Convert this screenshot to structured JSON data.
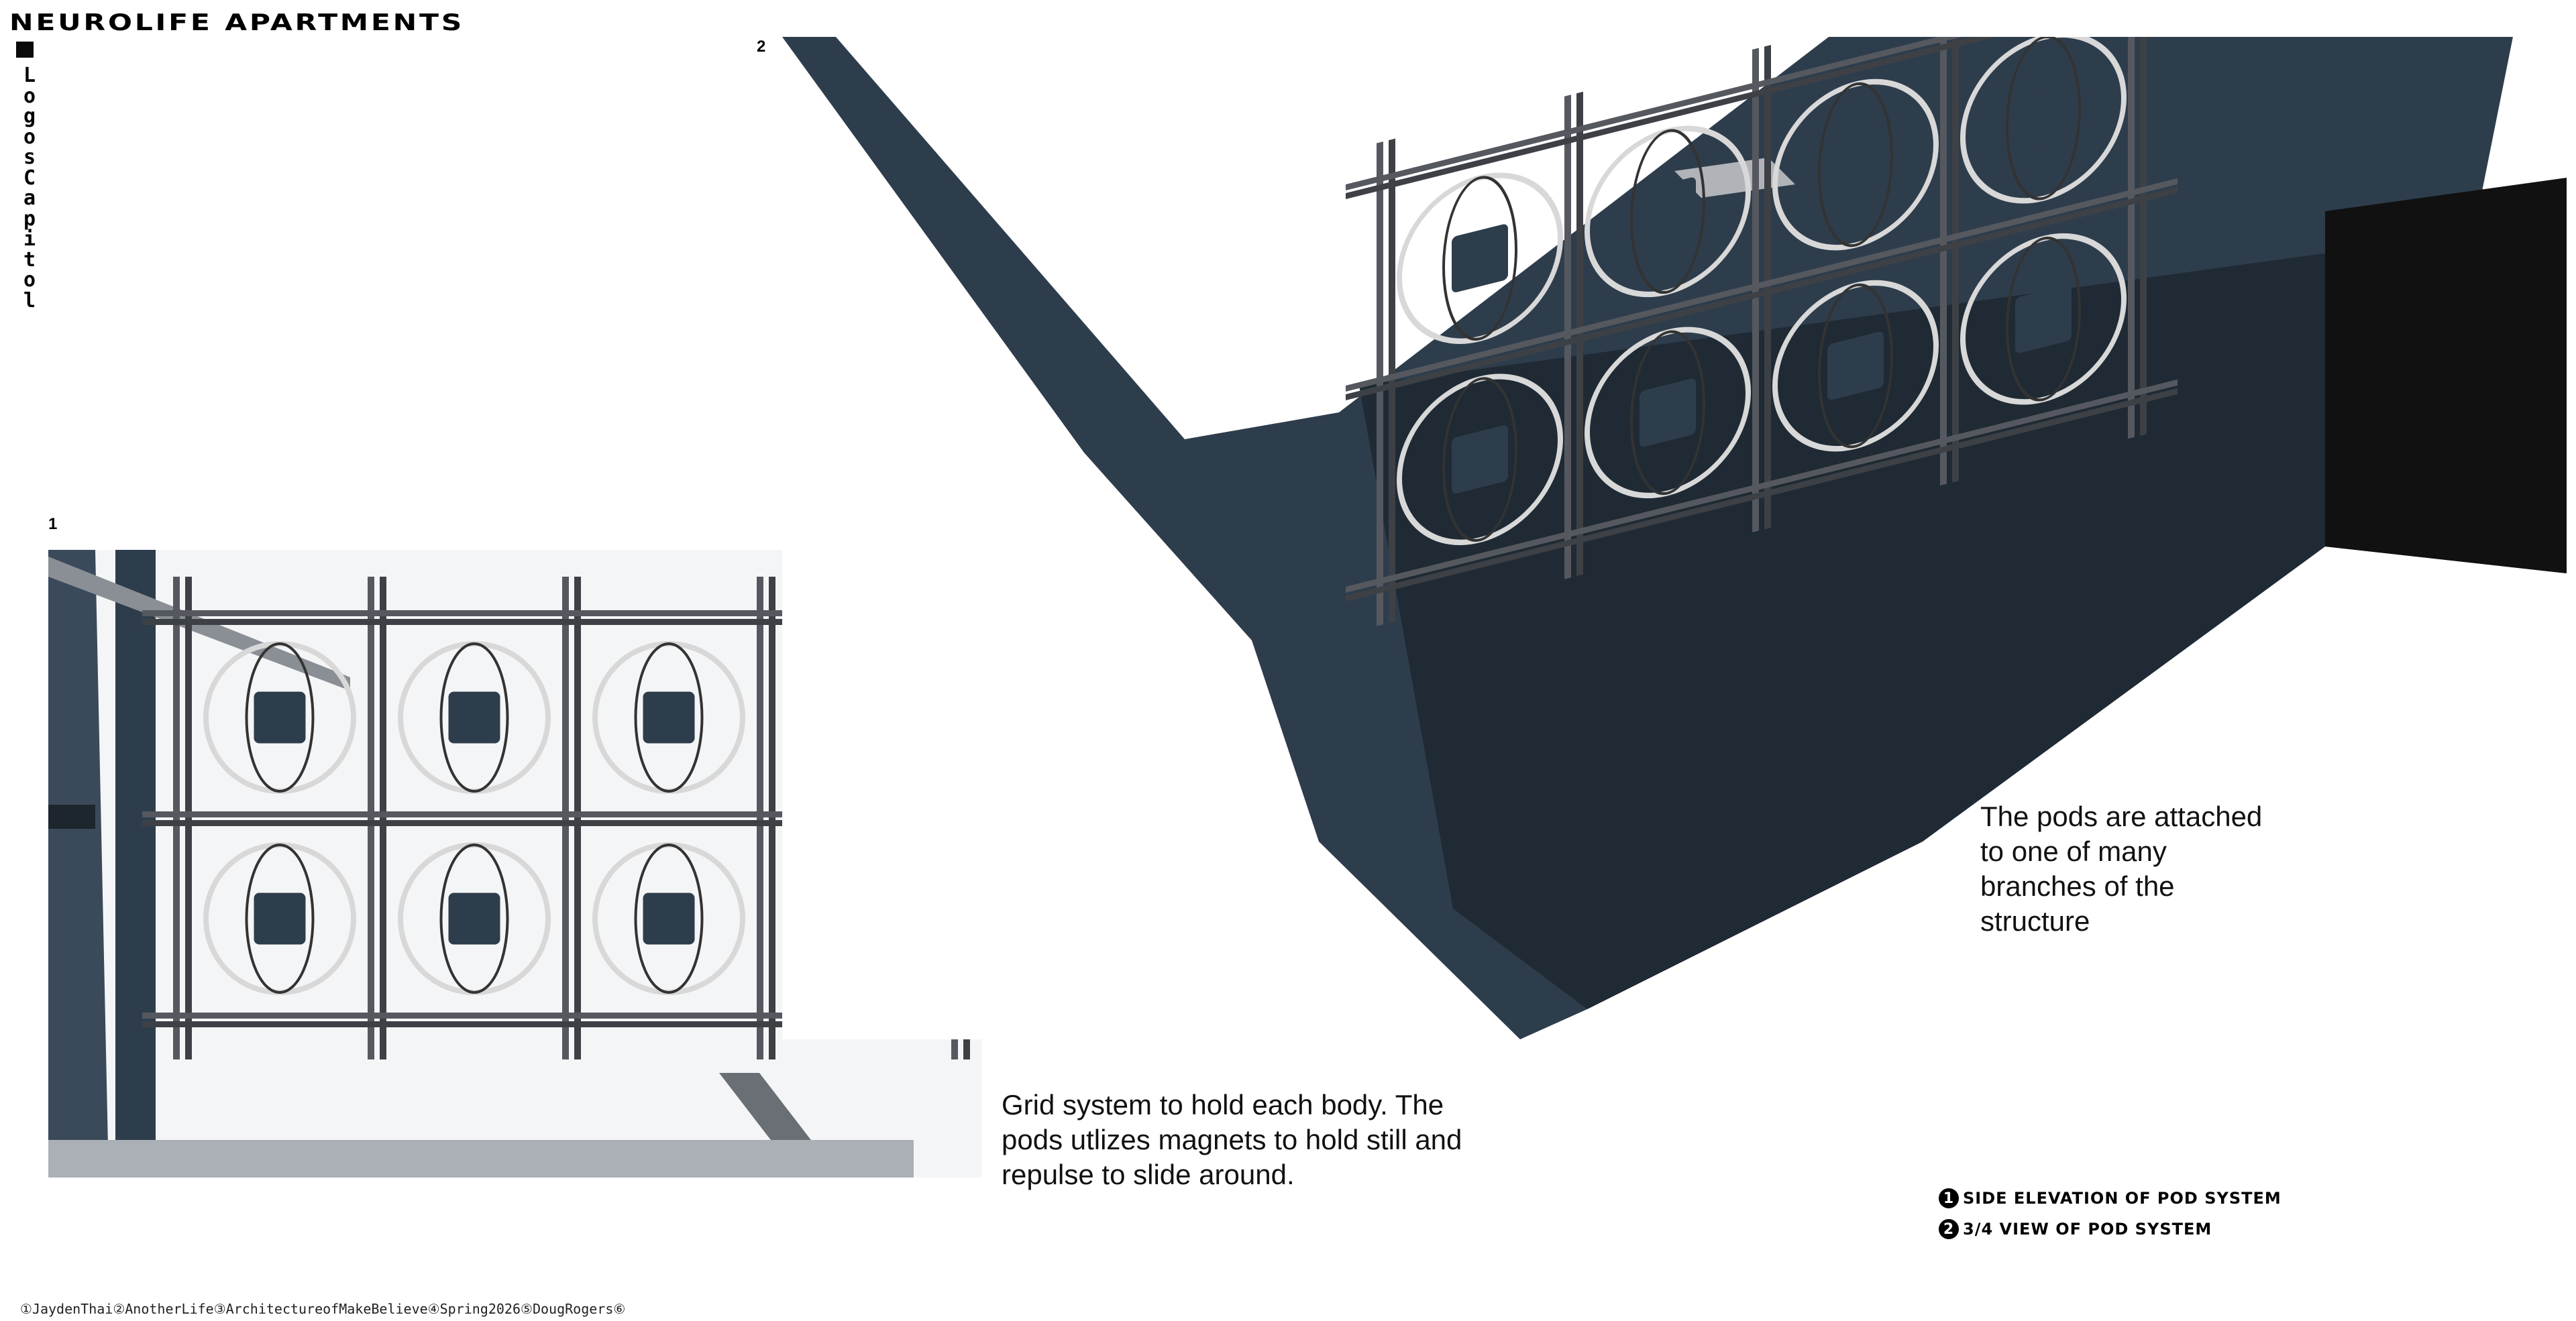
{
  "header": {
    "title": "NEUROLIFE APARTMENTS",
    "vertical_label": "Logos Capitol"
  },
  "figures": [
    {
      "number": "1",
      "caption": "Grid system to hold each body. The pods utlizes magnets to hold still and repulse to slide around."
    },
    {
      "number": "2",
      "caption": "The pods are attached to one of many branches of the structure"
    }
  ],
  "legend": [
    {
      "badge": "1",
      "label": "SIDE ELEVATION OF POD SYSTEM"
    },
    {
      "badge": "2",
      "label": "3/4 VIEW OF POD SYSTEM"
    }
  ],
  "footer": "①JaydenThai②AnotherLife③ArchitectureofMakeBelieve④Spring2026⑤DougRogers⑥",
  "colors": {
    "structure": "#2e3d4c",
    "grid": "#55595f",
    "ring": "#d8d8d8"
  }
}
